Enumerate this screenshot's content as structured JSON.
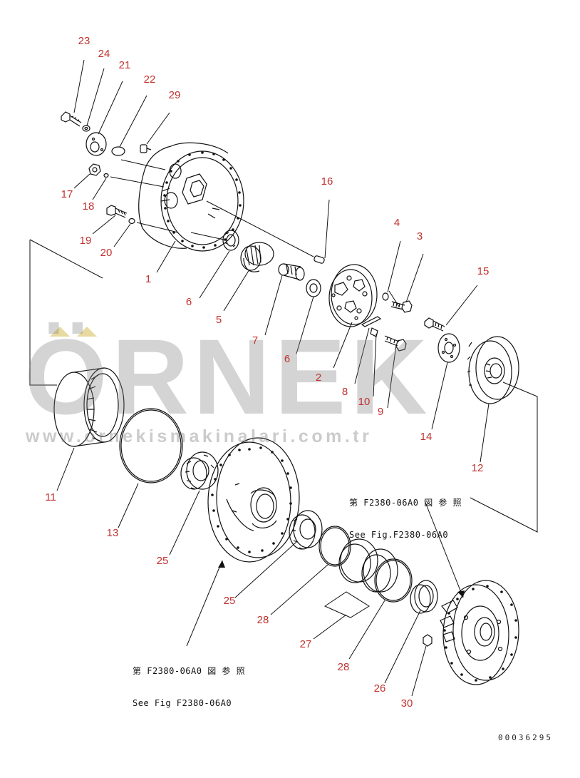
{
  "watermark": {
    "brand": "ÖRNEK",
    "url": "www.ornekismakinalari.com.tr",
    "umlaut_color": "#e8d9a0"
  },
  "callout_color": "#c0322f",
  "callouts": [
    {
      "id": "c23",
      "label": "23"
    },
    {
      "id": "c24",
      "label": "24"
    },
    {
      "id": "c21",
      "label": "21"
    },
    {
      "id": "c22",
      "label": "22"
    },
    {
      "id": "c29",
      "label": "29"
    },
    {
      "id": "c17",
      "label": "17"
    },
    {
      "id": "c18",
      "label": "18"
    },
    {
      "id": "c19",
      "label": "19"
    },
    {
      "id": "c20",
      "label": "20"
    },
    {
      "id": "c1",
      "label": "1"
    },
    {
      "id": "c6a",
      "label": "6"
    },
    {
      "id": "c5",
      "label": "5"
    },
    {
      "id": "c16",
      "label": "16"
    },
    {
      "id": "c7",
      "label": "7"
    },
    {
      "id": "c6b",
      "label": "6"
    },
    {
      "id": "c4",
      "label": "4"
    },
    {
      "id": "c3",
      "label": "3"
    },
    {
      "id": "c2",
      "label": "2"
    },
    {
      "id": "c8",
      "label": "8"
    },
    {
      "id": "c10",
      "label": "10"
    },
    {
      "id": "c9",
      "label": "9"
    },
    {
      "id": "c15",
      "label": "15"
    },
    {
      "id": "c14",
      "label": "14"
    },
    {
      "id": "c12",
      "label": "12"
    },
    {
      "id": "c11",
      "label": "11"
    },
    {
      "id": "c13",
      "label": "13"
    },
    {
      "id": "c25a",
      "label": "25"
    },
    {
      "id": "c25b",
      "label": "25"
    },
    {
      "id": "c28a",
      "label": "28"
    },
    {
      "id": "c27",
      "label": "27"
    },
    {
      "id": "c28b",
      "label": "28"
    },
    {
      "id": "c26",
      "label": "26"
    },
    {
      "id": "c30",
      "label": "30"
    }
  ],
  "references": {
    "right": {
      "line1": "第 F2380-06A0 図 参 照",
      "line2": "See Fig.F2380-06A0"
    },
    "left": {
      "line1": "第 F2380-06A0 図 参 照",
      "line2": "See Fig F2380-06A0"
    }
  },
  "document_number": "00036295"
}
